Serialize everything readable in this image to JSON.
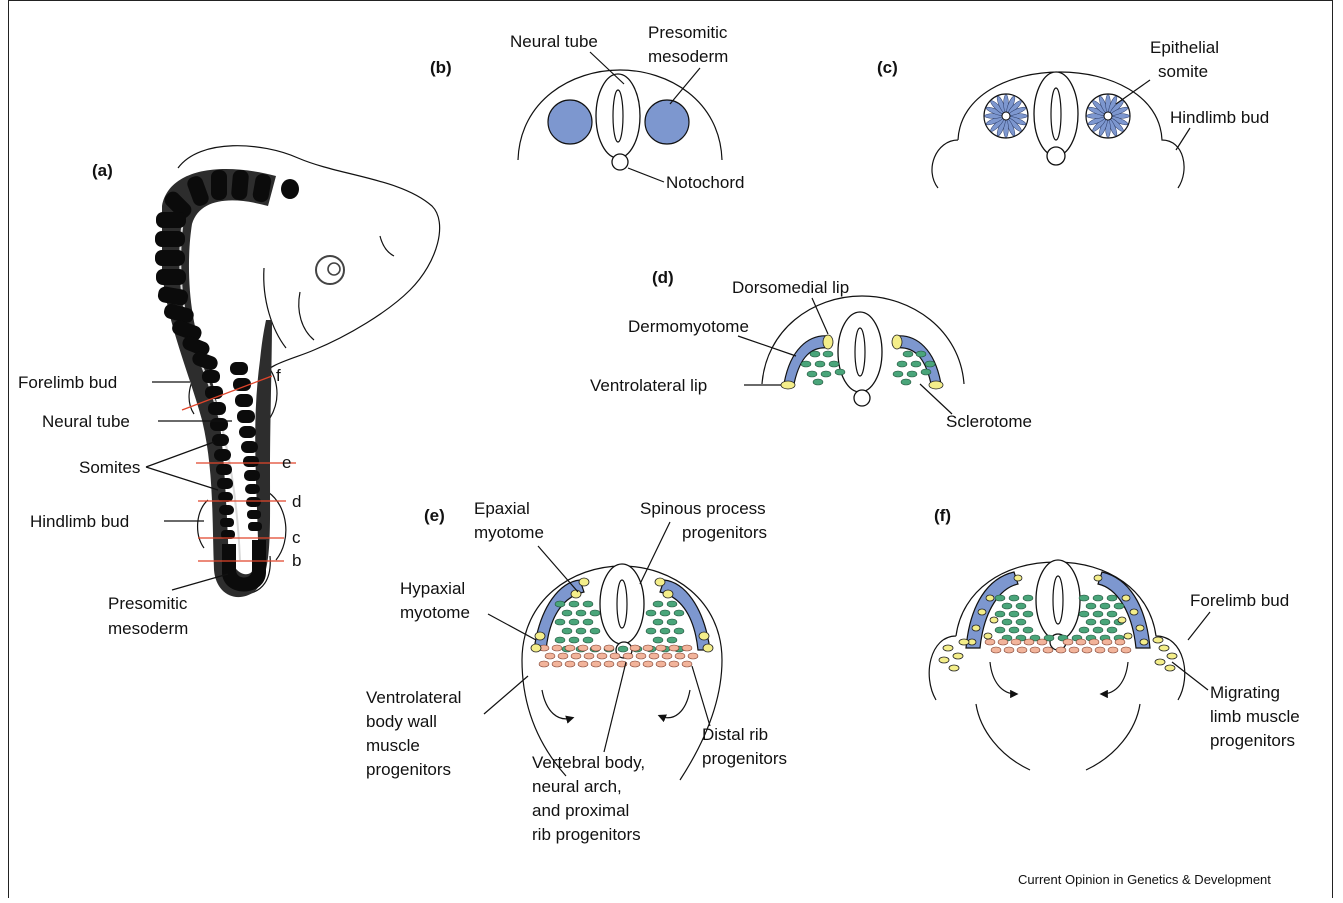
{
  "panels": {
    "a": "(a)",
    "b": "(b)",
    "c": "(c)",
    "d": "(d)",
    "e": "(e)",
    "f": "(f)"
  },
  "a": {
    "forelimb_bud": "Forelimb bud",
    "neural_tube": "Neural tube",
    "somites": "Somites",
    "hindlimb_bud": "Hindlimb bud",
    "presomitic_1": "Presomitic",
    "presomitic_2": "mesoderm",
    "cuts": [
      "f",
      "e",
      "d",
      "c",
      "b"
    ]
  },
  "b": {
    "neural_tube": "Neural tube",
    "presomitic_1": "Presomitic",
    "presomitic_2": "mesoderm",
    "notochord": "Notochord"
  },
  "c": {
    "epithelial_1": "Epithelial",
    "epithelial_2": "somite",
    "hindlimb_bud": "Hindlimb bud"
  },
  "d": {
    "dorsomedial_lip": "Dorsomedial lip",
    "dermomyotome": "Dermomyotome",
    "ventrolateral_lip": "Ventrolateral lip",
    "sclerotome": "Sclerotome"
  },
  "e": {
    "epaxial_1": "Epaxial",
    "epaxial_2": "myotome",
    "spinous_1": "Spinous process",
    "spinous_2": "progenitors",
    "hypaxial_1": "Hypaxial",
    "hypaxial_2": "myotome",
    "vbw_1": "Ventrolateral",
    "vbw_2": "body wall",
    "vbw_3": "muscle",
    "vbw_4": "progenitors",
    "vert_1": "Vertebral body,",
    "vert_2": "neural arch,",
    "vert_3": "and proximal",
    "vert_4": "rib progenitors",
    "distal_1": "Distal rib",
    "distal_2": "progenitors"
  },
  "f": {
    "forelimb_bud": "Forelimb bud",
    "migrating_1": "Migrating",
    "migrating_2": "limb muscle",
    "migrating_3": "progenitors"
  },
  "credit": "Current Opinion in Genetics & Development",
  "colors": {
    "presomitic_mesoderm": "#7d97cf",
    "lip_cells": "#f4ee8a",
    "sclerotome_cells": "#4aa57a",
    "rib_progenitors": "#f2b49b",
    "section_lines": "#e0452b"
  }
}
